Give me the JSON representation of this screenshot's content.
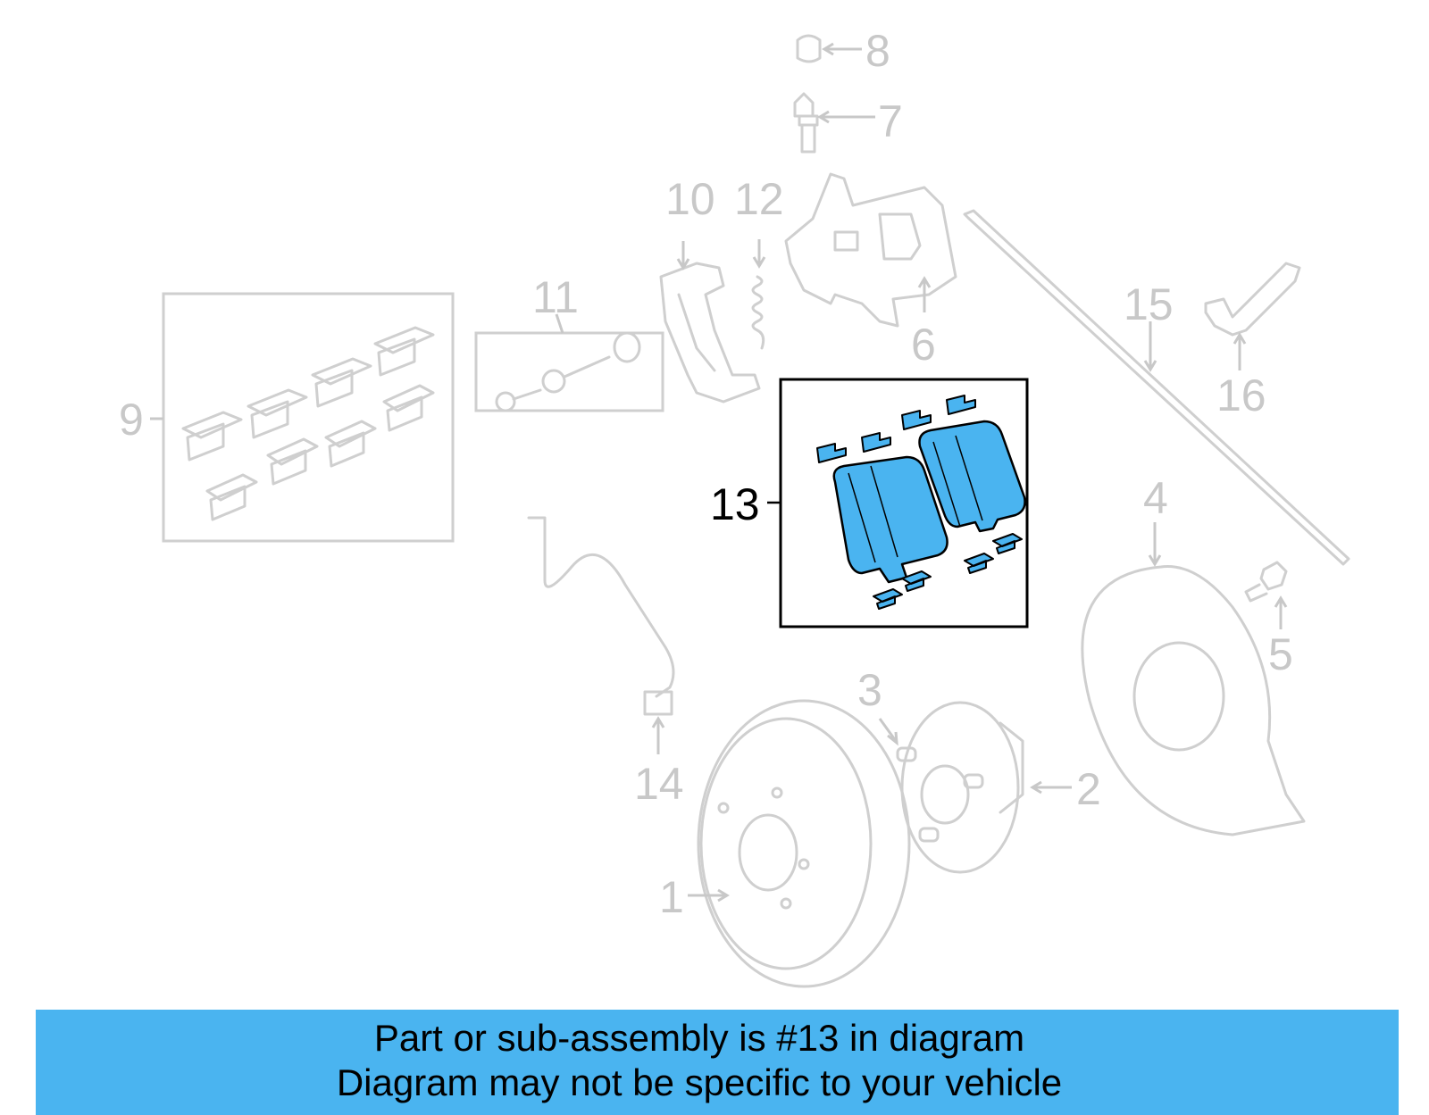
{
  "callouts": {
    "c1": "1",
    "c2": "2",
    "c3": "3",
    "c4": "4",
    "c5": "5",
    "c6": "6",
    "c7": "7",
    "c8": "8",
    "c9": "9",
    "c10": "10",
    "c11": "11",
    "c12": "12",
    "c13": "13",
    "c14": "14",
    "c15": "15",
    "c16": "16"
  },
  "highlighted_part": "13",
  "colors": {
    "highlight": "#4ab4f0",
    "faded": "#c8c8c8",
    "banner": "#4ab4f0"
  },
  "banner": {
    "line1": "Part or sub-assembly is #13 in diagram",
    "line2": "Diagram may not be specific to your vehicle"
  }
}
